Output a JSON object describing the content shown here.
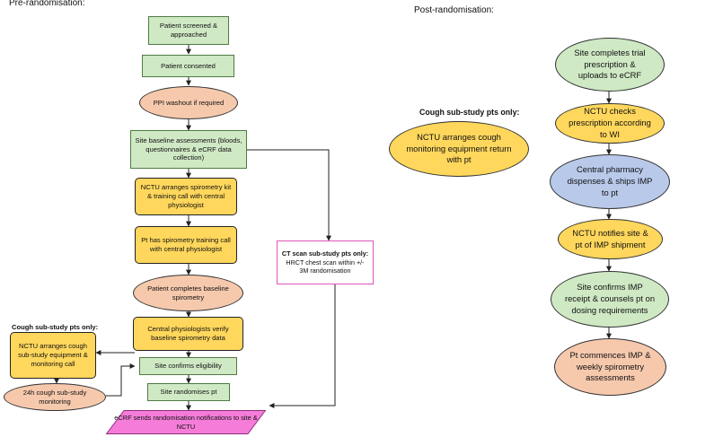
{
  "sections": {
    "pre": "Pre-randomisation:",
    "post": "Post-randomisation:"
  },
  "pre": {
    "screened": "Patient screened & approached",
    "consented": "Patient consented",
    "ppi": "PPI washout if required",
    "baseline": "Site baseline assessments (bloods, questionnaires & eCRF data collection)",
    "nctu_spiro": "NCTU arranges spirometry kit & training call with central physiologist",
    "pt_training": "Pt has spirometry training call with central physiologist",
    "baseline_spiro": "Patient completes baseline spirometry",
    "verify": "Central physiologists verify baseline spirometry data",
    "eligibility": "Site confirms eligibility",
    "randomises": "Site randomises pt",
    "ecrf": "eCRF sends randomisation notifications to site & NCTU"
  },
  "cough_pre": {
    "label": "Cough sub-study pts only:",
    "arranges": "NCTU arranges cough sub-study equipment & monitoring call",
    "monitoring": "24h cough sub-study monitoring"
  },
  "ct": {
    "label": "CT scan sub-study pts only:",
    "body": "HRCT chest scan within +/- 3M randomisation"
  },
  "cough_post": {
    "label": "Cough sub-study pts only:",
    "return": "NCTU arranges cough monitoring equipment return with pt"
  },
  "post": {
    "trial_rx": "Site completes trial prescription & uploads to eCRF",
    "checks": "NCTU checks prescription according to WI",
    "pharmacy": "Central pharmacy dispenses & ships IMP to pt",
    "notifies": "NCTU notifies site & pt of IMP shipment",
    "confirms": "Site confirms IMP receipt & counsels pt on dosing requirements",
    "commences": "Pt commences IMP & weekly spirometry assessments"
  }
}
